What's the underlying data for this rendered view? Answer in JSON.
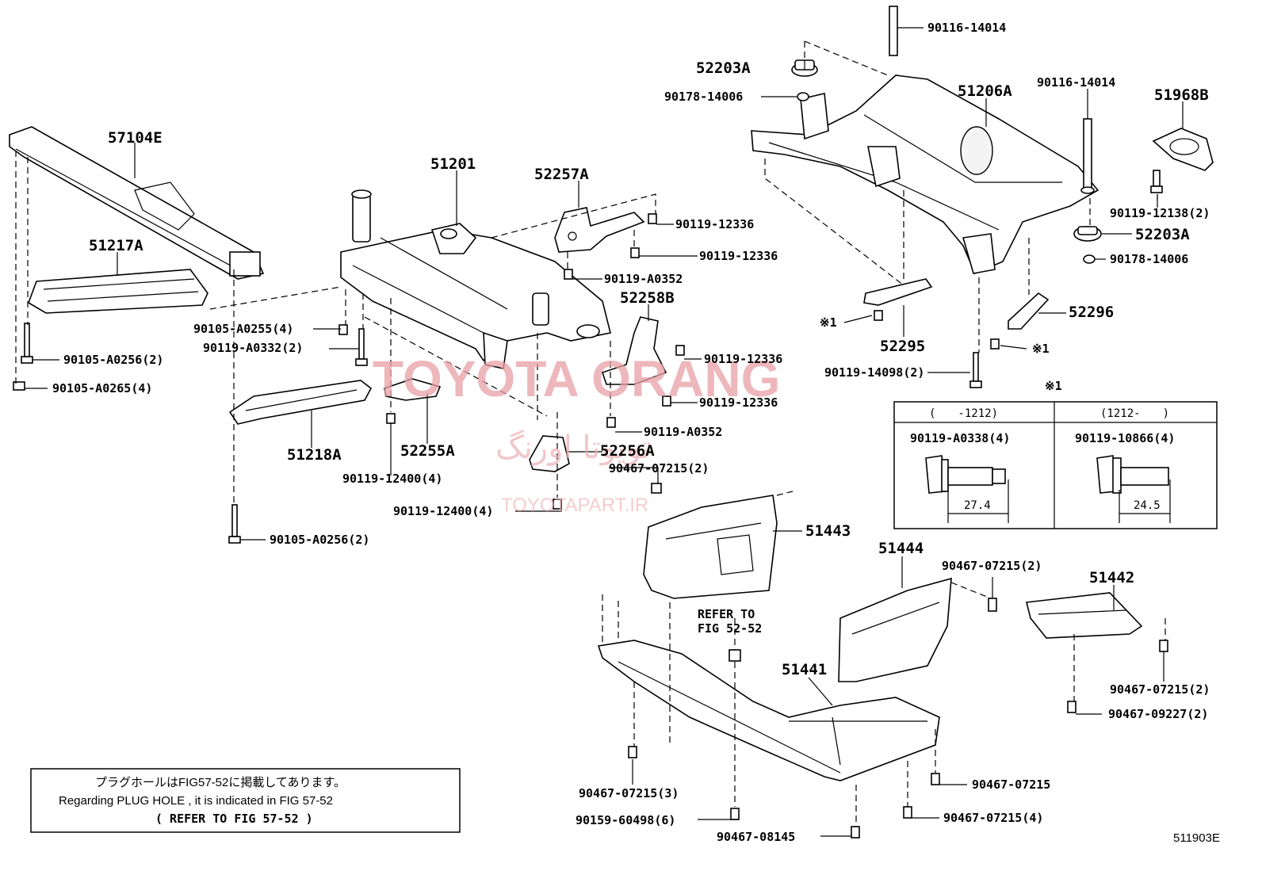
{
  "labels": {
    "p57104E": "57104E",
    "p51217A": "51217A",
    "p51201": "51201",
    "p52257A": "52257A",
    "p52258B": "52258B",
    "p51218A": "51218A",
    "p52255A": "52255A",
    "p52256A": "52256A",
    "p52203A_top": "52203A",
    "p51206A": "51206A",
    "p51968B": "51968B",
    "p52203A_right": "52203A",
    "p52295": "52295",
    "p52296": "52296",
    "p51443": "51443",
    "p51444": "51444",
    "p51442": "51442",
    "p51441": "51441",
    "b90116_top": "90116-14014",
    "b90178_top": "90178-14006",
    "b90116_right": "90116-14014",
    "b90119_12138": "90119-12138(2)",
    "b90178_right": "90178-14006",
    "b90119_12336_a": "90119-12336",
    "b90119_12336_b": "90119-12336",
    "b90119_A0352_a": "90119-A0352",
    "b90119_12336_c": "90119-12336",
    "b90119_12336_d": "90119-12336",
    "b90119_A0352_b": "90119-A0352",
    "b90467_07215_2a": "90467-07215(2)",
    "b90119_12400_4a": "90119-12400(4)",
    "b90119_12400_4b": "90119-12400(4)",
    "b90105_A0255": "90105-A0255(4)",
    "b90119_A0332": "90119-A0332(2)",
    "b90105_A0256_a": "90105-A0256(2)",
    "b90105_A0265": "90105-A0265(4)",
    "b90105_A0256_b": "90105-A0256(2)",
    "b90119_14098": "90119-14098(2)",
    "b90467_07215_2b": "90467-07215(2)",
    "b90467_07215_2c": "90467-07215(2)",
    "b90467_09227": "90467-09227(2)",
    "b90467_07215_3": "90467-07215(3)",
    "b90159_60498": "90159-60498(6)",
    "b90467_08145": "90467-08145",
    "b90467_07215": "90467-07215",
    "b90467_07215_4": "90467-07215(4)",
    "mark1_a": "※1",
    "mark1_b": "※1",
    "refer_line1": "REFER TO",
    "refer_line2": "FIG 52-52"
  },
  "spec_table": {
    "mark": "※1",
    "col1_range": "(　　-1212)",
    "col2_range": "(1212-　　)",
    "col1_part": "90119-A0338(4)",
    "col2_part": "90119-10866(4)",
    "col1_dim": "27.4",
    "col2_dim": "24.5"
  },
  "note": {
    "line_jp": "プラグホールはFIG57-52に掲載してあります。",
    "line_en": "Regarding PLUG HOLE , it is indicated in FIG 57-52",
    "line_ref": "( REFER TO FIG 57-52 )"
  },
  "watermark": {
    "main": "TOYOTA ORANG",
    "arabic": "تویوتا اورنگ",
    "site": "TOYOTAPART.IR"
  },
  "figure_id": "511903E"
}
